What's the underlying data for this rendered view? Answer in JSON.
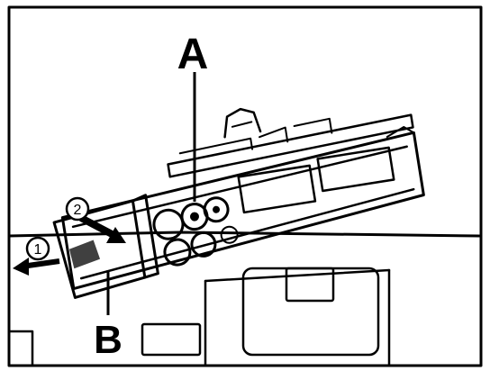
{
  "diagram": {
    "callouts": [
      {
        "id": "A",
        "text": "A"
      },
      {
        "id": "B",
        "text": "B"
      }
    ],
    "steps": [
      {
        "id": "1",
        "text": "1"
      },
      {
        "id": "2",
        "text": "2"
      }
    ]
  }
}
